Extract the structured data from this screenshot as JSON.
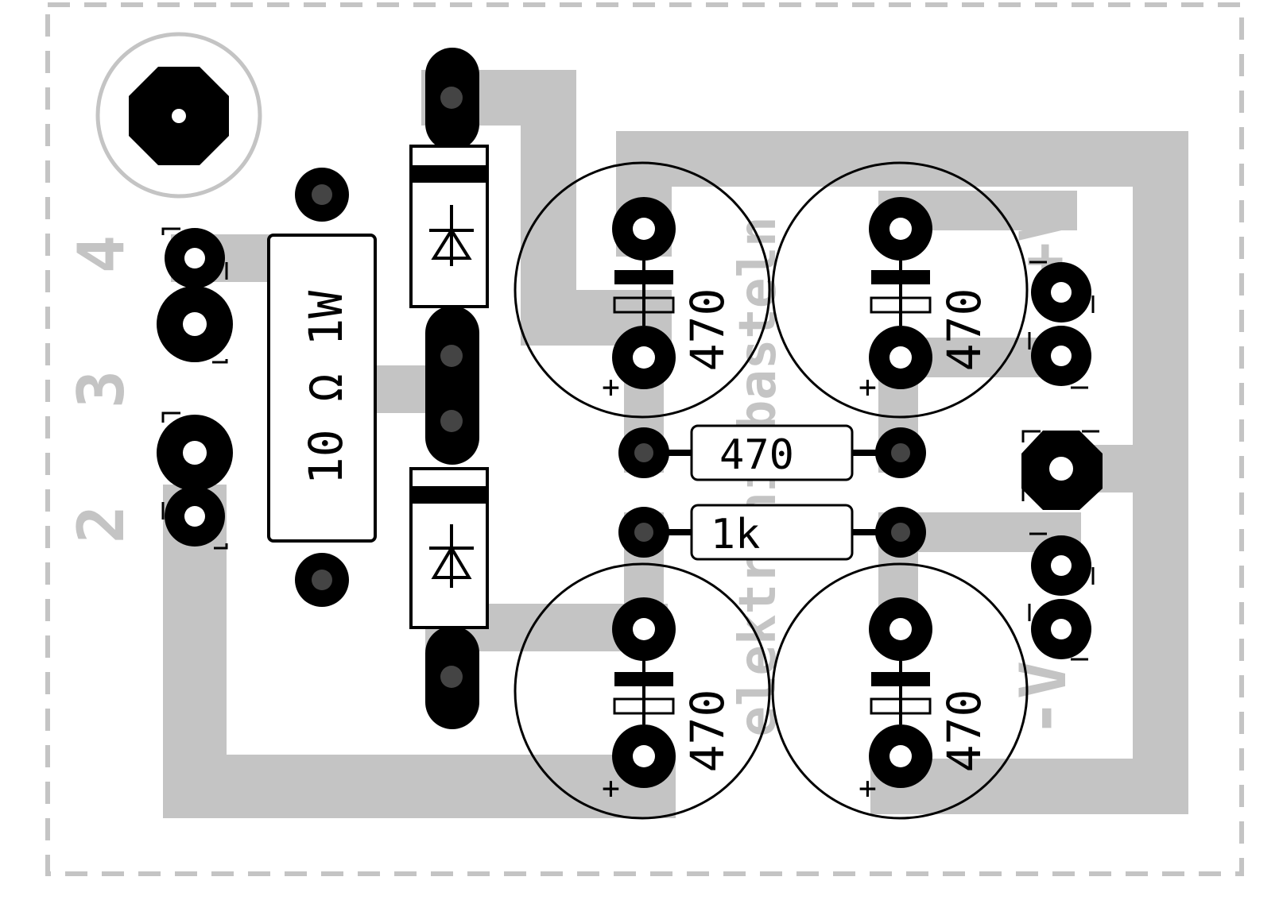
{
  "board": {
    "connector_labels": {
      "pin4": "4",
      "pin3": "3",
      "pin2": "2",
      "plus_v": "+V",
      "minus_v": "-V"
    },
    "vertical_text": "elektronikbasteln",
    "components": {
      "power_resistor": "10 Ω 1W",
      "cap_top_left": "470",
      "cap_top_right": "470",
      "cap_bottom_left": "470",
      "cap_bottom_right": "470",
      "resistor_470": "470",
      "resistor_1k": "1k"
    },
    "polarity_mark": "+",
    "colors": {
      "trace": "#c4c4c4",
      "silkscreen": "#000000",
      "board_outline": "#c4c4c4",
      "background": "#ffffff"
    }
  }
}
